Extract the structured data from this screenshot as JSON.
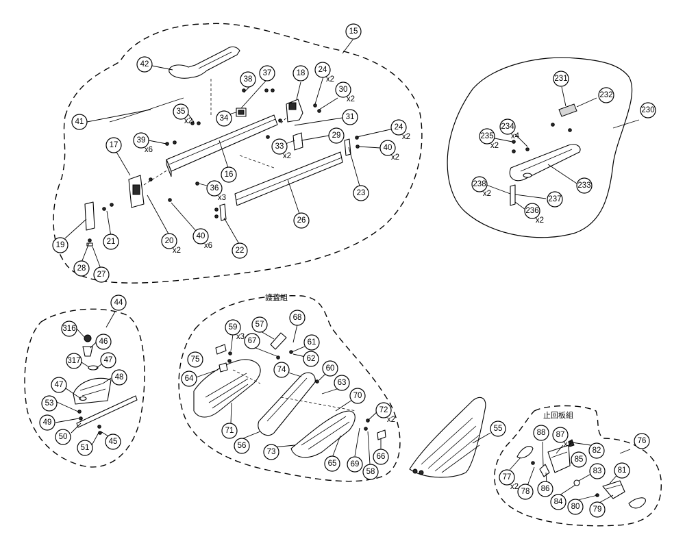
{
  "group_labels": {
    "guard_assembly": "護蓋組",
    "kickback_assembly": "止回板組"
  },
  "callouts": [
    {
      "id": "c15",
      "label": "15"
    },
    {
      "id": "c42",
      "label": "42"
    },
    {
      "id": "c38",
      "label": "38"
    },
    {
      "id": "c37",
      "label": "37"
    },
    {
      "id": "c18",
      "label": "18"
    },
    {
      "id": "c24a",
      "label": "24",
      "qty": "x2"
    },
    {
      "id": "c30",
      "label": "30",
      "qty": "x2"
    },
    {
      "id": "c35",
      "label": "35",
      "qty": "x2"
    },
    {
      "id": "c34",
      "label": "34"
    },
    {
      "id": "c41",
      "label": "41"
    },
    {
      "id": "c31",
      "label": "31"
    },
    {
      "id": "c24b",
      "label": "24",
      "qty": "x2"
    },
    {
      "id": "c17",
      "label": "17"
    },
    {
      "id": "c39",
      "label": "39",
      "qty": "x6"
    },
    {
      "id": "c29",
      "label": "29"
    },
    {
      "id": "c33",
      "label": "33",
      "qty": "x2"
    },
    {
      "id": "c40a",
      "label": "40",
      "qty": "x2"
    },
    {
      "id": "c16",
      "label": "16"
    },
    {
      "id": "c36",
      "label": "36",
      "qty": "x3"
    },
    {
      "id": "c23",
      "label": "23"
    },
    {
      "id": "c26",
      "label": "26"
    },
    {
      "id": "c19",
      "label": "19"
    },
    {
      "id": "c21",
      "label": "21"
    },
    {
      "id": "c20",
      "label": "20",
      "qty": "x2"
    },
    {
      "id": "c40b",
      "label": "40",
      "qty": "x6"
    },
    {
      "id": "c22",
      "label": "22"
    },
    {
      "id": "c28",
      "label": "28"
    },
    {
      "id": "c27",
      "label": "27"
    },
    {
      "id": "c231",
      "label": "231"
    },
    {
      "id": "c232",
      "label": "232"
    },
    {
      "id": "c230",
      "label": "230"
    },
    {
      "id": "c234",
      "label": "234",
      "qty": "x4"
    },
    {
      "id": "c235",
      "label": "235",
      "qty": "x2"
    },
    {
      "id": "c233",
      "label": "233"
    },
    {
      "id": "c238",
      "label": "238",
      "qty": "x2"
    },
    {
      "id": "c237",
      "label": "237"
    },
    {
      "id": "c236",
      "label": "236",
      "qty": "x2"
    },
    {
      "id": "c44",
      "label": "44"
    },
    {
      "id": "c316",
      "label": "316"
    },
    {
      "id": "c46",
      "label": "46"
    },
    {
      "id": "c317",
      "label": "317"
    },
    {
      "id": "c47a",
      "label": "47"
    },
    {
      "id": "c48",
      "label": "48"
    },
    {
      "id": "c47b",
      "label": "47"
    },
    {
      "id": "c53",
      "label": "53"
    },
    {
      "id": "c49",
      "label": "49"
    },
    {
      "id": "c50",
      "label": "50"
    },
    {
      "id": "c51",
      "label": "51"
    },
    {
      "id": "c45",
      "label": "45"
    },
    {
      "id": "c59",
      "label": "59",
      "qty": "x3"
    },
    {
      "id": "c57",
      "label": "57"
    },
    {
      "id": "c68",
      "label": "68"
    },
    {
      "id": "c75",
      "label": "75"
    },
    {
      "id": "c67",
      "label": "67"
    },
    {
      "id": "c61",
      "label": "61"
    },
    {
      "id": "c62",
      "label": "62"
    },
    {
      "id": "c64",
      "label": "64"
    },
    {
      "id": "c74",
      "label": "74"
    },
    {
      "id": "c60",
      "label": "60"
    },
    {
      "id": "c63",
      "label": "63"
    },
    {
      "id": "c70",
      "label": "70"
    },
    {
      "id": "c72",
      "label": "72",
      "qty": "x2"
    },
    {
      "id": "c71",
      "label": "71"
    },
    {
      "id": "c56",
      "label": "56"
    },
    {
      "id": "c73",
      "label": "73"
    },
    {
      "id": "c65",
      "label": "65"
    },
    {
      "id": "c69",
      "label": "69"
    },
    {
      "id": "c58",
      "label": "58"
    },
    {
      "id": "c66",
      "label": "66"
    },
    {
      "id": "c55",
      "label": "55"
    },
    {
      "id": "c76",
      "label": "76"
    },
    {
      "id": "c88",
      "label": "88"
    },
    {
      "id": "c87",
      "label": "87",
      "qty": "x2"
    },
    {
      "id": "c82",
      "label": "82"
    },
    {
      "id": "c85",
      "label": "85"
    },
    {
      "id": "c77",
      "label": "77",
      "qty": "x2"
    },
    {
      "id": "c83",
      "label": "83"
    },
    {
      "id": "c81",
      "label": "81"
    },
    {
      "id": "c78",
      "label": "78"
    },
    {
      "id": "c86",
      "label": "86"
    },
    {
      "id": "c84",
      "label": "84"
    },
    {
      "id": "c80",
      "label": "80"
    },
    {
      "id": "c79",
      "label": "79"
    }
  ]
}
